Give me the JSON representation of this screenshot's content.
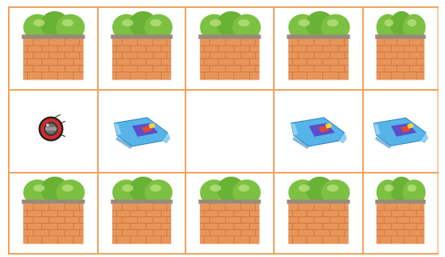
{
  "game": {
    "type": "grid-puzzle",
    "rows": 3,
    "cols": 5,
    "colors": {
      "grid_line": "#f0a35a",
      "brick": "#e8955a",
      "bush": "#7cc142",
      "towel": "#56b4e9",
      "robot": "#d62a2a"
    },
    "cells": [
      [
        "bush-wall",
        "bush-wall",
        "bush-wall",
        "bush-wall",
        "bush-wall"
      ],
      [
        "robot-vacuum",
        "towel",
        "empty",
        "towel",
        "towel"
      ],
      [
        "bush-wall",
        "bush-wall",
        "bush-wall",
        "bush-wall",
        "bush-wall"
      ]
    ],
    "icons": {
      "bush-wall": "brick-planter-icon",
      "towel": "towel-icon",
      "robot-vacuum": "robot-vacuum-icon",
      "empty": ""
    }
  }
}
